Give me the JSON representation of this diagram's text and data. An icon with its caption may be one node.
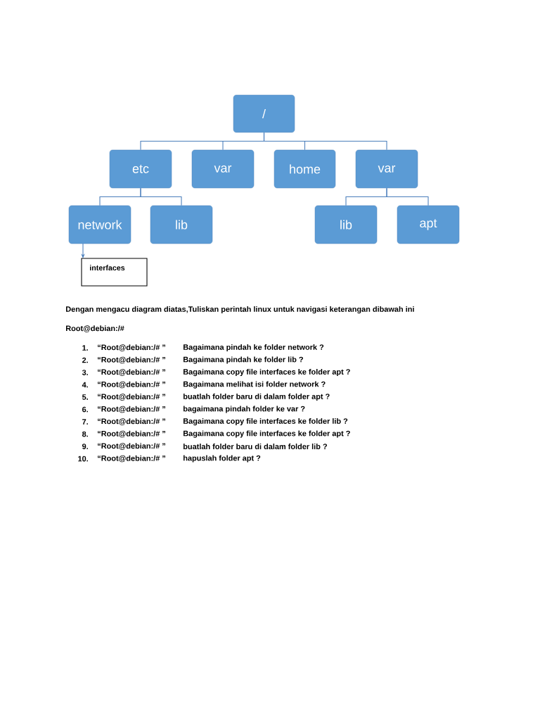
{
  "diagram": {
    "nodes": [
      {
        "text": [
          "/"
        ]
      },
      {
        "text": [
          "etc"
        ]
      },
      {
        "text": [
          "var"
        ]
      },
      {
        "text": [
          "home"
        ]
      },
      {
        "text": [
          "var"
        ]
      },
      {
        "text": [
          "network"
        ]
      },
      {
        "text": [
          "lib"
        ]
      },
      {
        "text": [
          "lib"
        ]
      },
      {
        "text": [
          "apt"
        ]
      },
      {
        "text": [
          "interfaces"
        ]
      }
    ],
    "edges": [
      {
        "from": 0,
        "to": 1,
        "arrow": "none"
      },
      {
        "from": 0,
        "to": 2,
        "arrow": "none"
      },
      {
        "from": 0,
        "to": 3,
        "arrow": "none"
      },
      {
        "from": 0,
        "to": 4,
        "arrow": "none"
      },
      {
        "from": 1,
        "to": 5,
        "arrow": "none"
      },
      {
        "from": 1,
        "to": 6,
        "arrow": "none"
      },
      {
        "from": 4,
        "to": 7,
        "arrow": "none"
      },
      {
        "from": 4,
        "to": 8,
        "arrow": "none"
      },
      {
        "from": 5,
        "to": 9,
        "arrow": "to"
      }
    ],
    "labels": [
      "Dengan mengacu diagram diatas,Tuliskan perintah linux untuk navigasi keterangan dibawah ini",
      "Root@debian:/#",
      "1.",
      "“Root@debian:/# ”",
      "Bagaimana pindah ke folder network ?",
      "2.",
      "“Root@debian:/# ”",
      "Bagaimana pindah ke folder lib ?",
      "3.",
      "“Root@debian:/# ”",
      "Bagaimana copy file interfaces ke folder apt ?",
      "4.",
      "“Root@debian:/# ”",
      "Bagaimana melihat isi folder network ?",
      "5.",
      "“Root@debian:/# ”",
      "buatlah folder baru di dalam folder apt ?",
      "6.",
      "“Root@debian:/# ”",
      "bagaimana pindah folder ke var ?",
      "7.",
      "“Root@debian:/# ”",
      "Bagaimana copy file interfaces ke folder lib ?",
      "8.",
      "“Root@debian:/# ”",
      "Bagaimana copy file interfaces ke folder apt ?",
      "9.",
      "“Root@debian:/# ”",
      "buatlah folder baru di dalam folder lib ?",
      "10.",
      "“Root@debian:/# ”",
      "hapuslah folder apt ?"
    ]
  }
}
